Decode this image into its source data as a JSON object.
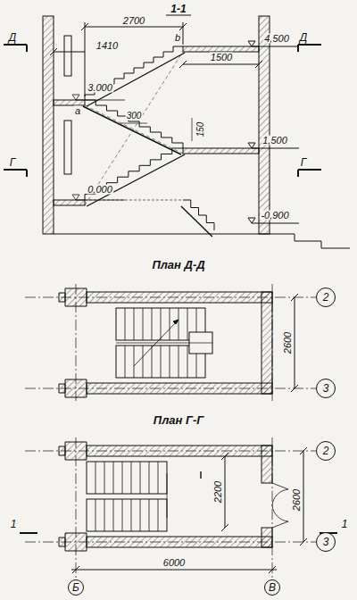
{
  "diagram": {
    "title": "1-1",
    "nodes": [
      {
        "text": [
          "2"
        ]
      },
      {
        "text": [
          "3"
        ]
      },
      {
        "text": [
          "2"
        ]
      },
      {
        "text": [
          "3"
        ]
      },
      {
        "text": [
          "Б"
        ]
      },
      {
        "text": [
          "В"
        ]
      }
    ],
    "labels": [
      "Д",
      "Д",
      "1410",
      "3.000",
      "2700",
      "b",
      "4,500",
      "1500",
      "a",
      "300",
      "150",
      "1,500",
      "Г",
      "Г",
      "0,000",
      "-0,900",
      "План Д-Д",
      "2600",
      "План Г-Г",
      "2200",
      "2600",
      "1",
      "1",
      "6000"
    ]
  }
}
